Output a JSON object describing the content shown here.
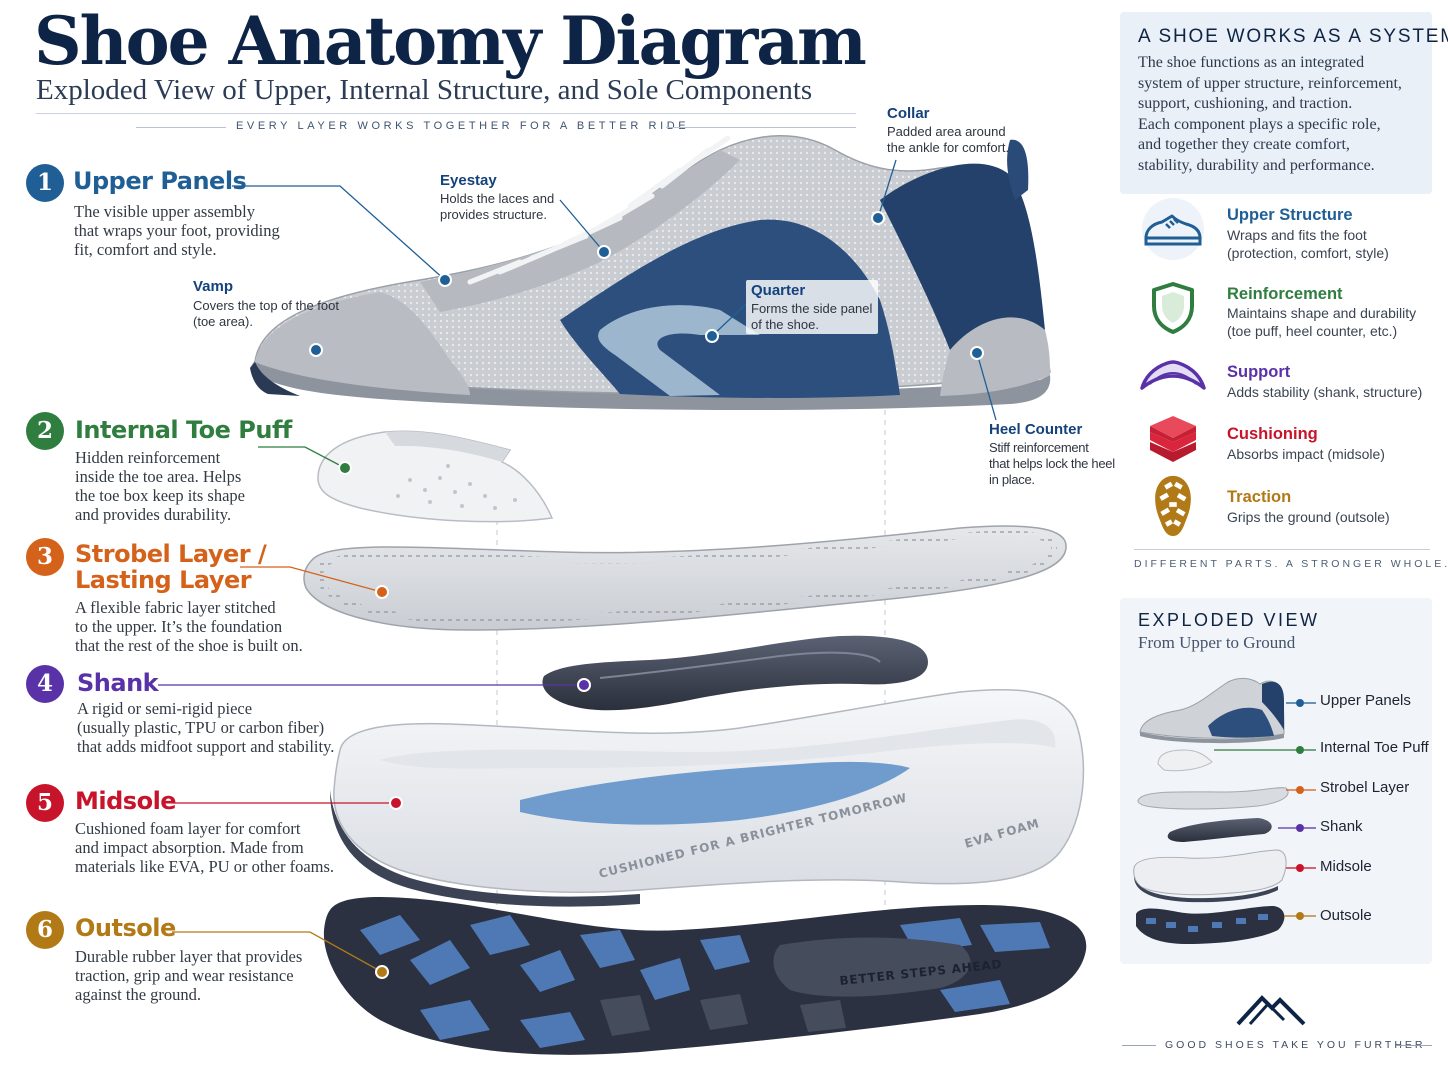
{
  "header": {
    "title": "Shoe Anatomy Diagram",
    "subtitle": "Exploded View of Upper, Internal Structure, and Sole Components",
    "tagline": "EVERY LAYER WORKS TOGETHER FOR A BETTER RIDE"
  },
  "colors": {
    "navy": "#0d2447",
    "upper": "#1f5f96",
    "toe_puff": "#2f7d3f",
    "strobel": "#d4621a",
    "shank": "#5a32a8",
    "midsole": "#c8142b",
    "outsole": "#b27a16"
  },
  "components": [
    {
      "number": "1",
      "title": "Upper Panels",
      "body": [
        "The visible upper assembly",
        "that wraps your foot, providing",
        "fit, comfort and style."
      ]
    },
    {
      "number": "2",
      "title": "Internal Toe Puff",
      "body": [
        "Hidden reinforcement",
        "inside the toe area. Helps",
        "the toe box keep its shape",
        "and provides durability."
      ]
    },
    {
      "number": "3",
      "title": [
        "Strobel Layer /",
        "Lasting Layer"
      ],
      "body": [
        "A flexible fabric layer stitched",
        "to the upper. It’s the foundation",
        "that the rest of the shoe is built on."
      ]
    },
    {
      "number": "4",
      "title": "Shank",
      "body": [
        "A rigid or semi-rigid piece",
        "(usually plastic, TPU or carbon fiber)",
        "that adds midfoot support and stability."
      ]
    },
    {
      "number": "5",
      "title": "Midsole",
      "body": [
        "Cushioned foam layer for comfort",
        "and impact absorption. Made from",
        "materials like EVA, PU or other foams."
      ]
    },
    {
      "number": "6",
      "title": "Outsole",
      "body": [
        "Durable rubber layer that provides",
        "traction, grip and wear resistance",
        "against the ground."
      ]
    }
  ],
  "callouts": {
    "vamp": {
      "title": "Vamp",
      "body": [
        "Covers the top of the foot",
        "(toe area)."
      ]
    },
    "eyestay": {
      "title": "Eyestay",
      "body": [
        "Holds the laces and",
        "provides structure."
      ]
    },
    "collar": {
      "title": "Collar",
      "body": [
        "Padded area around",
        "the ankle for comfort."
      ]
    },
    "quarter": {
      "title": "Quarter",
      "body": [
        "Forms the side panel",
        "of the shoe."
      ]
    },
    "heel_counter": {
      "title": "Heel Counter",
      "body": [
        "Stiff reinforcement",
        "that helps lock the heel",
        "in place."
      ]
    }
  },
  "sole_print": {
    "midsole_text": "CUSHIONED FOR A BRIGHTER TOMORROW",
    "midsole_brand": "EVA FOAM",
    "outsole_text": "BETTER STEPS AHEAD"
  },
  "system_panel": {
    "title": "A SHOE WORKS AS A SYSTEM",
    "body": [
      "The shoe functions as an integrated",
      "system of upper structure, reinforcement,",
      "support, cushioning, and traction.",
      "Each component plays a specific role,",
      "and together they create comfort,",
      "stability, durability and performance."
    ],
    "items": [
      {
        "name": "Upper Structure",
        "icon": "shoe-icon",
        "desc": [
          "Wraps and fits the foot",
          "(protection, comfort, style)"
        ]
      },
      {
        "name": "Reinforcement",
        "icon": "shield-icon",
        "desc": [
          "Maintains shape and durability",
          "(toe puff, heel counter, etc.)"
        ]
      },
      {
        "name": "Support",
        "icon": "arch-icon",
        "desc": [
          "Adds stability (shank, structure)"
        ]
      },
      {
        "name": "Cushioning",
        "icon": "layers-icon",
        "desc": [
          "Absorbs impact (midsole)"
        ]
      },
      {
        "name": "Traction",
        "icon": "footprint-icon",
        "desc": [
          "Grips the ground (outsole)"
        ]
      }
    ],
    "footer": "DIFFERENT PARTS. A STRONGER WHOLE."
  },
  "exploded_panel": {
    "title": "EXPLODED VIEW",
    "subtitle": "From Upper to Ground",
    "labels": [
      "Upper Panels",
      "Internal Toe Puff",
      "Strobel Layer",
      "Shank",
      "Midsole",
      "Outsole"
    ]
  },
  "footer": {
    "tagline": "GOOD SHOES TAKE YOU FURTHER",
    "logo": "mountain-logo-icon"
  }
}
